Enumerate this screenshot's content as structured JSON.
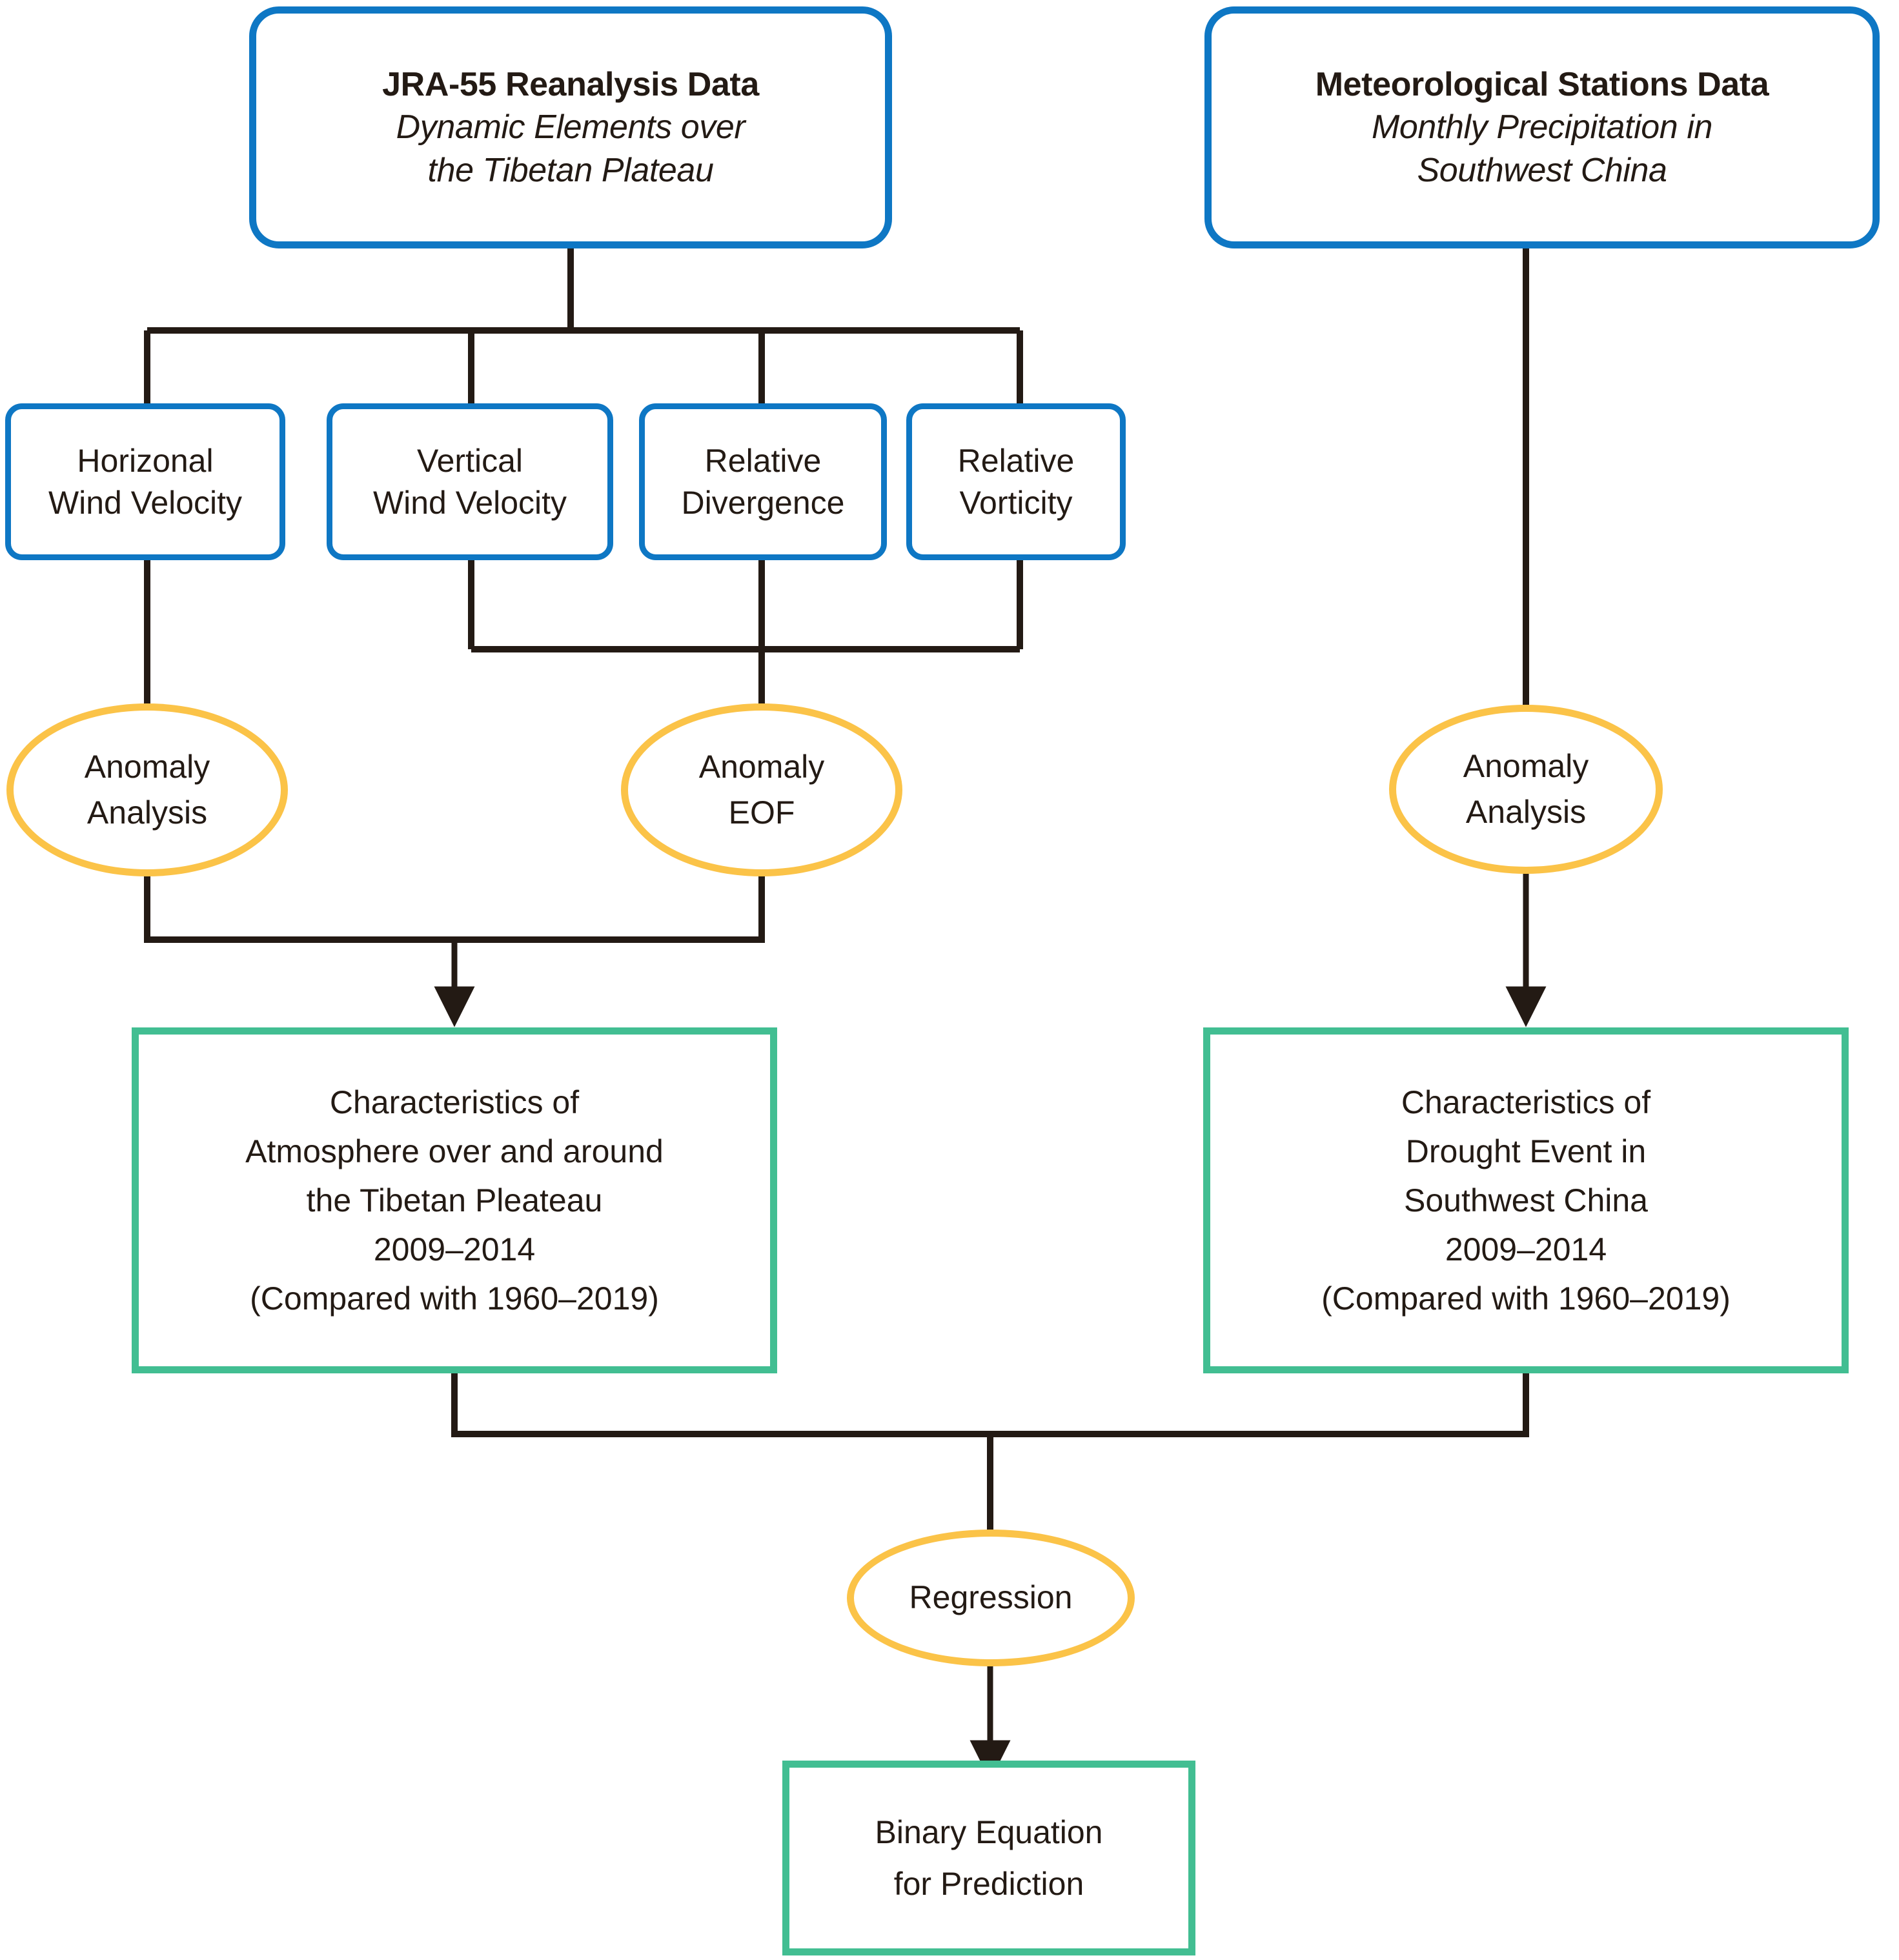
{
  "diagram": {
    "title": "Research workflow flowchart",
    "colors": {
      "source_border": "#0e77c4",
      "variable_border": "#0e77c4",
      "process_border": "#fbc348",
      "result_border": "#42be92",
      "connector": "#231a14",
      "text": "#231a14",
      "background": "#ffffff"
    }
  },
  "sources": {
    "jra55": {
      "title": "JRA-55 Reanalysis Data",
      "subtitle_line1": "Dynamic Elements over",
      "subtitle_line2": "the Tibetan Plateau"
    },
    "stations": {
      "title": "Meteorological Stations Data",
      "subtitle_line1": "Monthly Precipitation in",
      "subtitle_line2": "Southwest China"
    }
  },
  "variables": [
    {
      "line1": "Horizonal",
      "line2": "Wind Velocity"
    },
    {
      "line1": "Vertical",
      "line2": "Wind Velocity"
    },
    {
      "line1": "Relative",
      "line2": "Divergence"
    },
    {
      "line1": "Relative",
      "line2": "Vorticity"
    }
  ],
  "processes": {
    "anomaly_analysis_left": {
      "line1": "Anomaly",
      "line2": "Analysis"
    },
    "anomaly_eof": {
      "line1": "Anomaly",
      "line2": "EOF"
    },
    "anomaly_analysis_right": {
      "line1": "Anomaly",
      "line2": "Analysis"
    },
    "regression": {
      "label": "Regression"
    }
  },
  "results": {
    "atmosphere": {
      "line1": "Characteristics of",
      "line2": "Atmosphere over and around",
      "line3": "the Tibetan Pleateau",
      "line4": "2009–2014",
      "line5": "(Compared with 1960–2019)"
    },
    "drought": {
      "line1": "Characteristics of",
      "line2": "Drought Event in",
      "line3": "Southwest China",
      "line4": "2009–2014",
      "line5": "(Compared with 1960–2019)"
    },
    "equation": {
      "line1": "Binary Equation",
      "line2": "for Prediction"
    }
  }
}
